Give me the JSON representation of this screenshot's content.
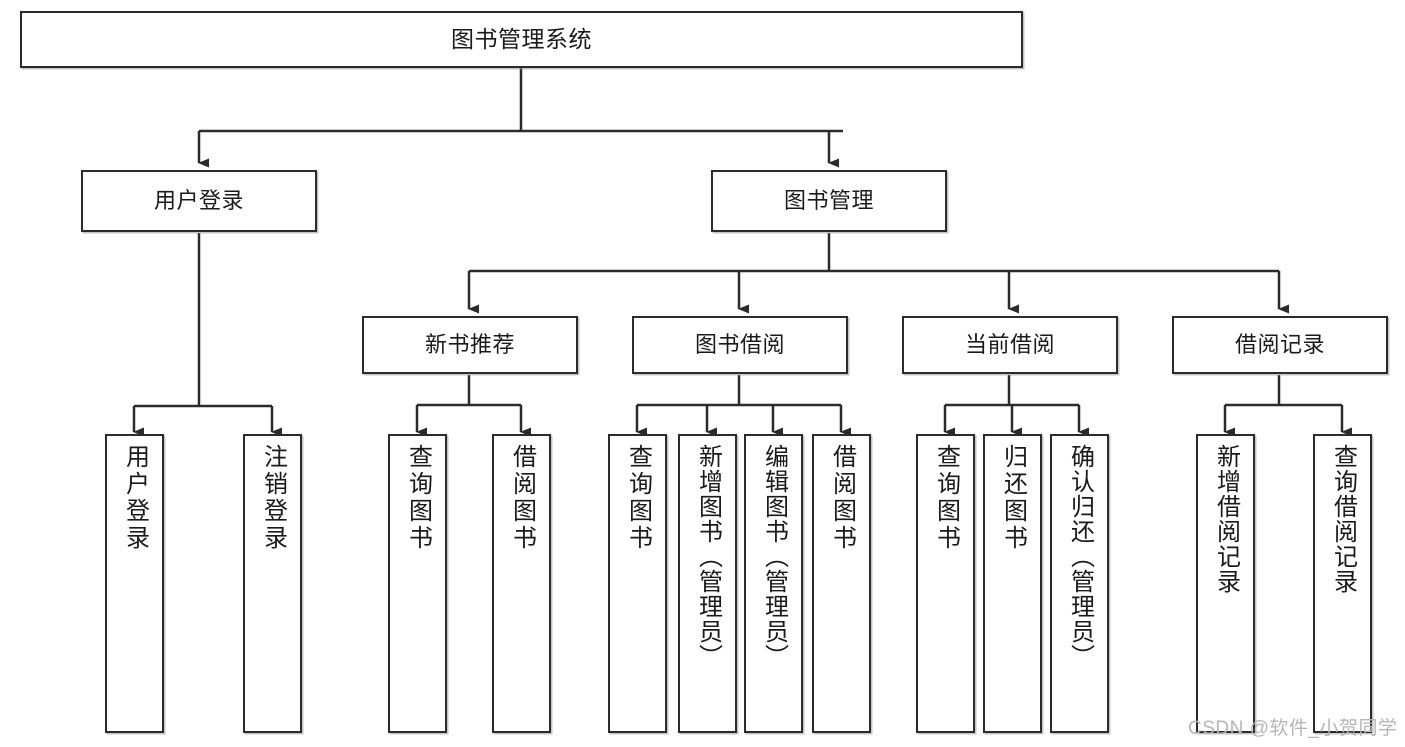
{
  "diagram": {
    "title": "图书管理系统",
    "type": "tree-hierarchy",
    "watermark": "CSDN @软件_小贺同学",
    "colors": {
      "stroke": "#2b2b2b",
      "fill": "#ffffff",
      "text": "#1a1a1a",
      "watermark": "#b6b6b6"
    },
    "nodes": {
      "root": {
        "label": "图书管理系统"
      },
      "level2": [
        {
          "label": "用户登录"
        },
        {
          "label": "图书管理"
        }
      ],
      "level3": [
        {
          "label": "新书推荐"
        },
        {
          "label": "图书借阅"
        },
        {
          "label": "当前借阅"
        },
        {
          "label": "借阅记录"
        }
      ],
      "leaves": {
        "user_login": [
          {
            "label": "用户登录"
          },
          {
            "label": "注销登录"
          }
        ],
        "new_book_recommend": [
          {
            "label": "查询图书"
          },
          {
            "label": "借阅图书"
          }
        ],
        "book_borrow": [
          {
            "label": "查询图书"
          },
          {
            "label": "新增图书（管理员）"
          },
          {
            "label": "编辑图书（管理员）"
          },
          {
            "label": "借阅图书"
          }
        ],
        "current_borrow": [
          {
            "label": "查询图书"
          },
          {
            "label": "归还图书"
          },
          {
            "label": "确认归还（管理员）"
          }
        ],
        "borrow_record": [
          {
            "label": "新增借阅记录"
          },
          {
            "label": "查询借阅记录"
          }
        ]
      }
    }
  }
}
